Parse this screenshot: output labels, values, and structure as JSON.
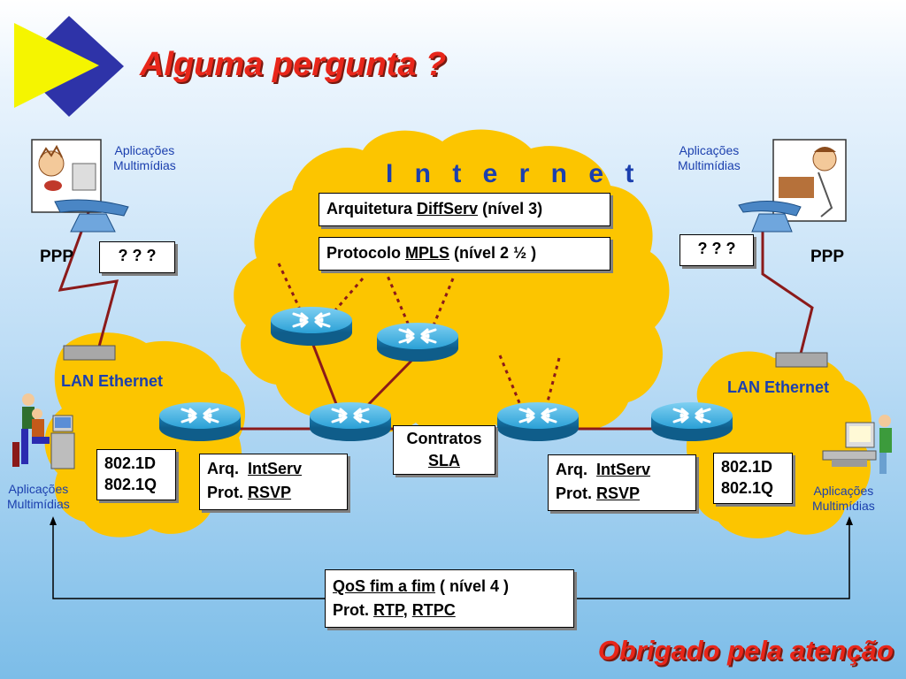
{
  "title": "Alguma pergunta ?",
  "footer": "Obrigado pela atenção",
  "internet_label": "I n t e r n e t",
  "top_left": {
    "apps_line1": "Aplicações",
    "apps_line2": "Multimídias",
    "ppp": "PPP",
    "question": "? ? ?"
  },
  "top_right": {
    "apps_line1": "Aplicações",
    "apps_line2": "Multimídias",
    "ppp": "PPP",
    "question": "? ? ?"
  },
  "left_lan": {
    "label": "LAN Ethernet",
    "std1": "802.1D",
    "std2": "802.1Q",
    "apps_line1": "Aplicações",
    "apps_line2": "Multimídias"
  },
  "right_lan": {
    "label": "LAN Ethernet",
    "std1": "802.1D",
    "std2": "802.1Q",
    "apps_line1": "Aplicações",
    "apps_line2": "Multimídias"
  },
  "arch_box": {
    "prefix": "Arquitetura",
    "link": "DiffServ",
    "suffix": "(nível 3)"
  },
  "proto_box": {
    "prefix": "Protocolo",
    "link": "MPLS",
    "suffix": "(nível 2 ½ )"
  },
  "left_box": {
    "arq": "Arq.",
    "arq_link": "IntServ",
    "prot": "Prot.",
    "prot_link": "RSVP"
  },
  "right_box": {
    "arq": "Arq.",
    "arq_link": "IntServ",
    "prot": "Prot.",
    "prot_link": "RSVP"
  },
  "contracts_box": {
    "line1": "Contratos",
    "line2": "SLA"
  },
  "qos_box": {
    "link": "QoS fim a fim",
    "suffix": "( nível 4 )",
    "prot": "Prot.",
    "rtp": "RTP",
    "sep": ",",
    "rtpc": "RTPC"
  },
  "colors": {
    "title": "#e8261a",
    "cloud": "#fcc500",
    "router": "#1d8fc4",
    "link_line": "#8b1a1a",
    "text_blue": "#1b3fae"
  },
  "icons": [
    "play-triangle-logo",
    "router-icon",
    "telephone-icon",
    "person-computer-icon",
    "cloud-shape"
  ]
}
